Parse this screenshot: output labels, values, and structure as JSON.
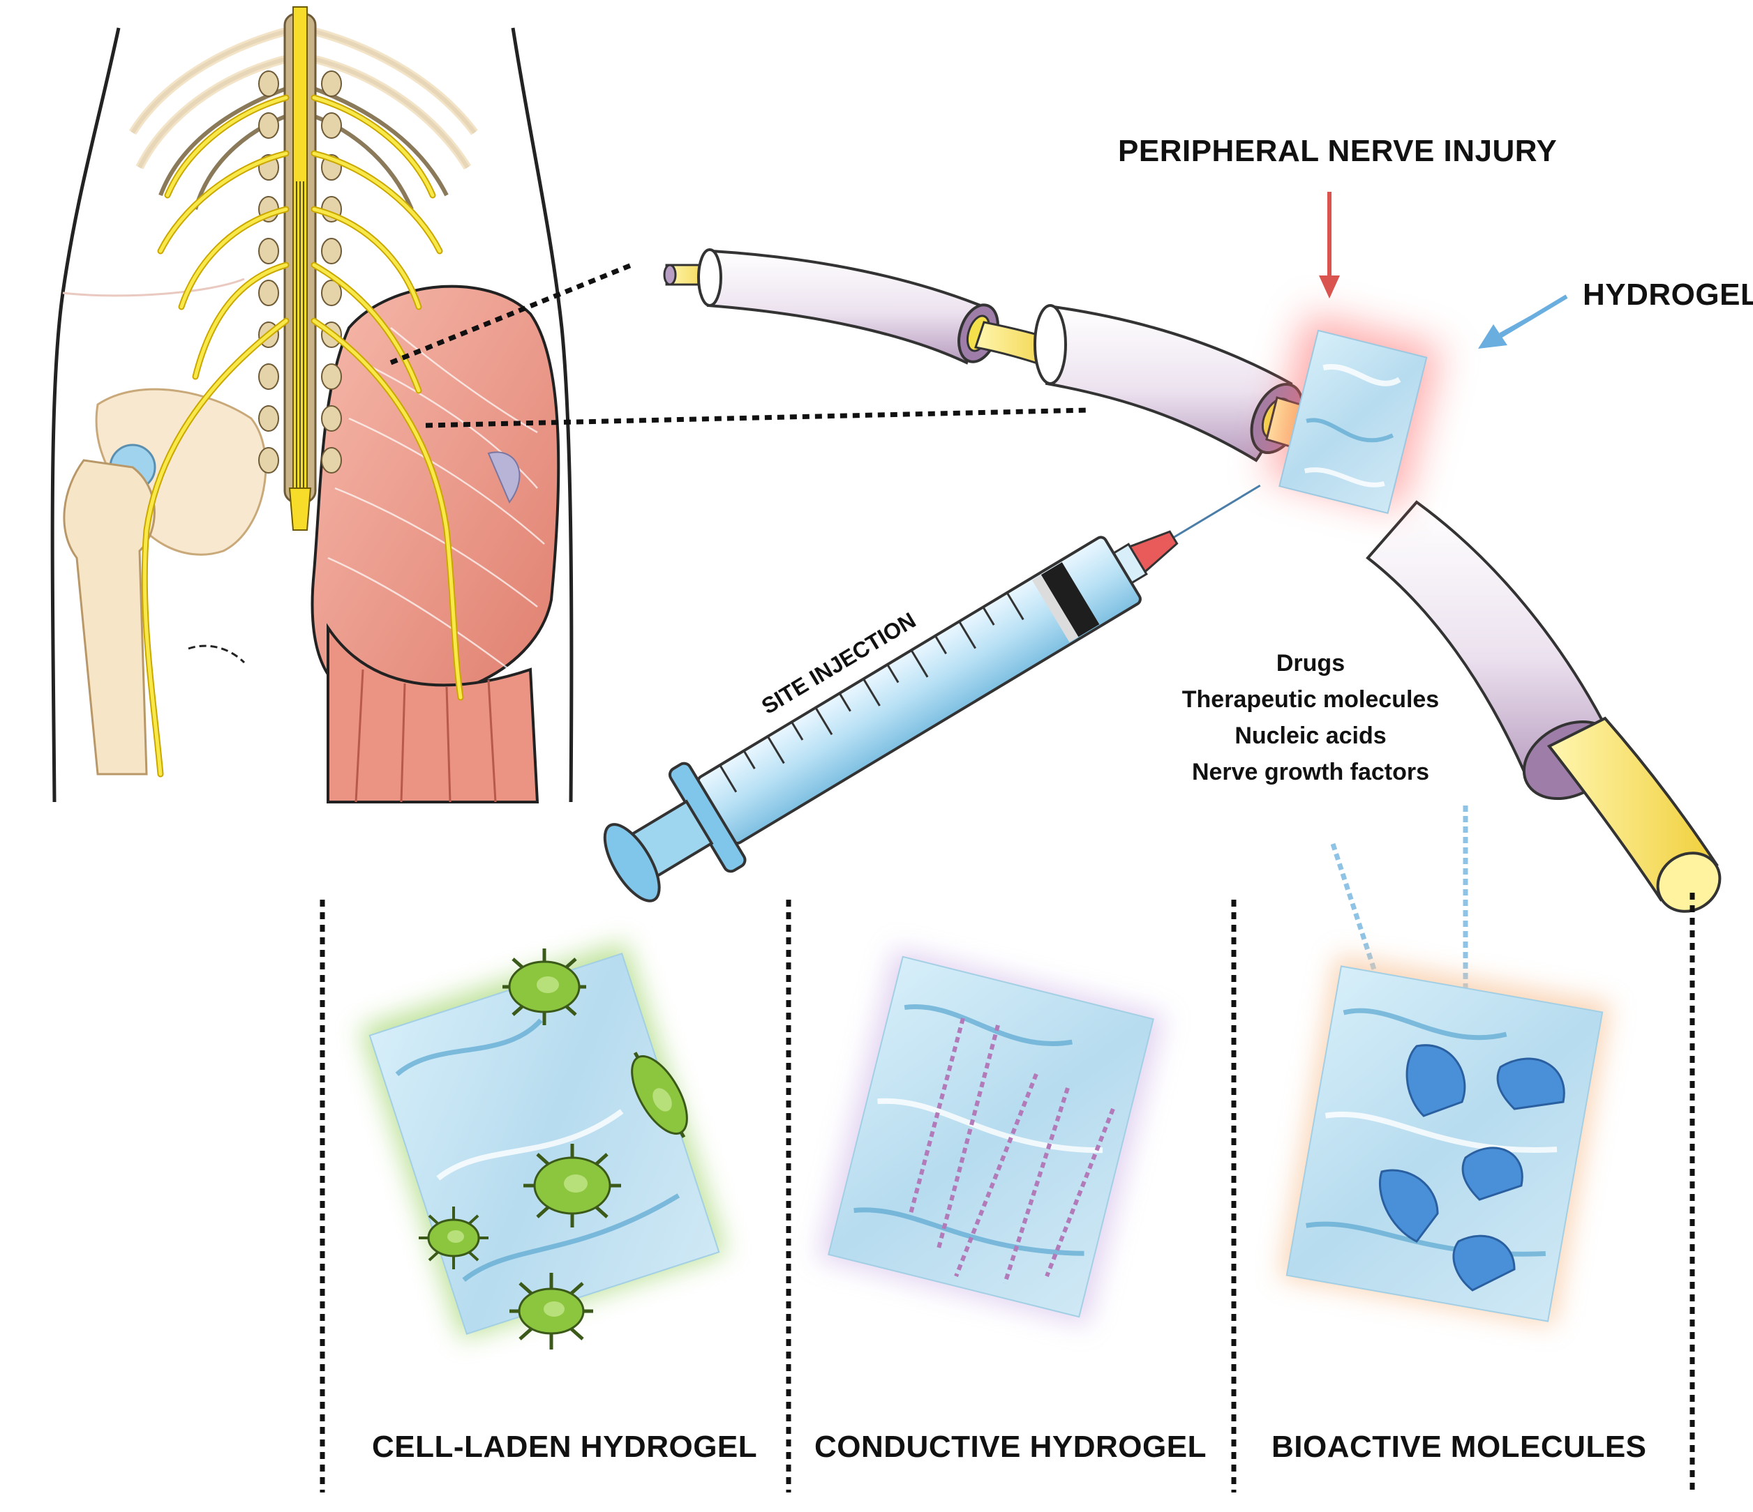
{
  "labels": {
    "injury": "PERIPHERAL NERVE INJURY",
    "hydrogel": "HYDROGEL",
    "injection": "SITE INJECTION"
  },
  "bioactive_list": [
    "Drugs",
    "Therapeutic molecules",
    "Nucleic acids",
    "Nerve growth factors"
  ],
  "panels": [
    {
      "label": "CELL-LADEN HYDROGEL",
      "glow": "#a8d878"
    },
    {
      "label": "CONDUCTIVE HYDROGEL",
      "glow": "#d8c4ec"
    },
    {
      "label": "BIOACTIVE MOLECULES",
      "glow": "#f8c8a0"
    }
  ],
  "colors": {
    "nerve": "#f4e14a",
    "nerve_dark": "#c8a800",
    "sheath": "#e8dcec",
    "sheath_dark": "#8a6a94",
    "muscle": "#ee9c8c",
    "bone": "#f5e3c3",
    "hydrogel": "#bfe0f0",
    "injury_arrow": "#d9534f",
    "hydrogel_arrow": "#6aaee0",
    "molecule": "#4a90d9",
    "cell": "#8cc63f"
  }
}
